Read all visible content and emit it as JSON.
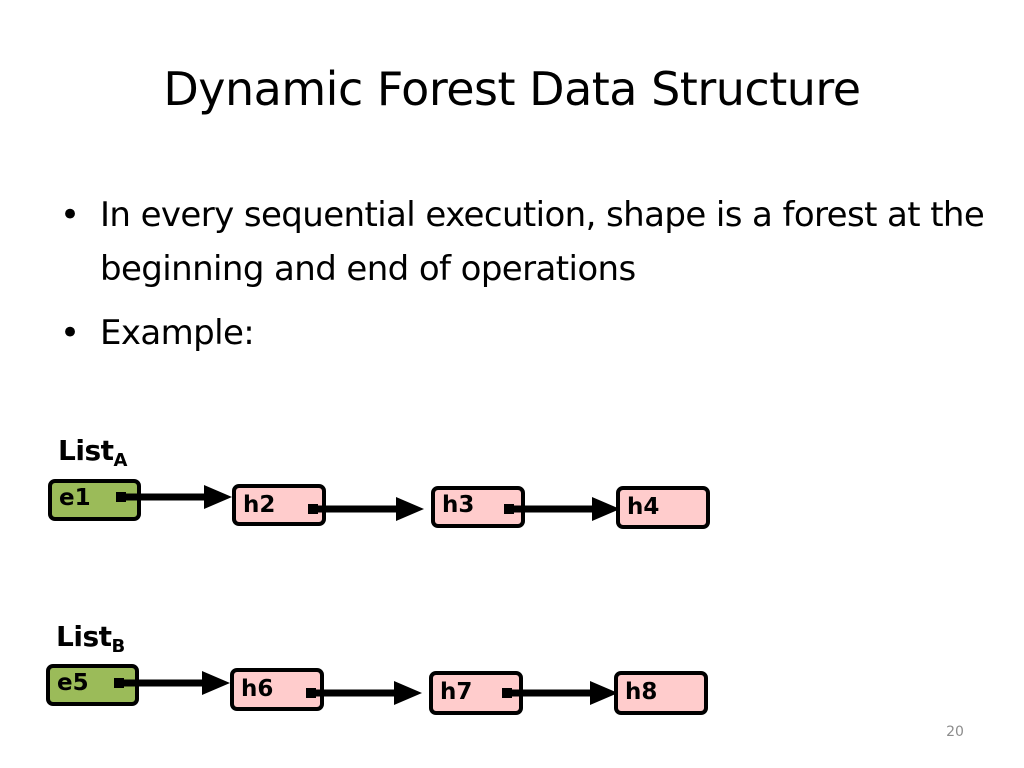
{
  "slide": {
    "title": "Dynamic Forest Data Structure",
    "bullets": [
      "In every sequential execution, shape is a forest at the beginning and end of operations",
      "Example:"
    ],
    "page_number": "20"
  },
  "diagram": {
    "lists": [
      {
        "label": "List",
        "subscript": "A",
        "nodes": [
          "e1",
          "h2",
          "h3",
          "h4"
        ]
      },
      {
        "label": "List",
        "subscript": "B",
        "nodes": [
          "e5",
          "h6",
          "h7",
          "h8"
        ]
      }
    ],
    "colors": {
      "head_node": "#9bbb59",
      "list_node": "#ffcccc",
      "border": "#000000"
    }
  }
}
